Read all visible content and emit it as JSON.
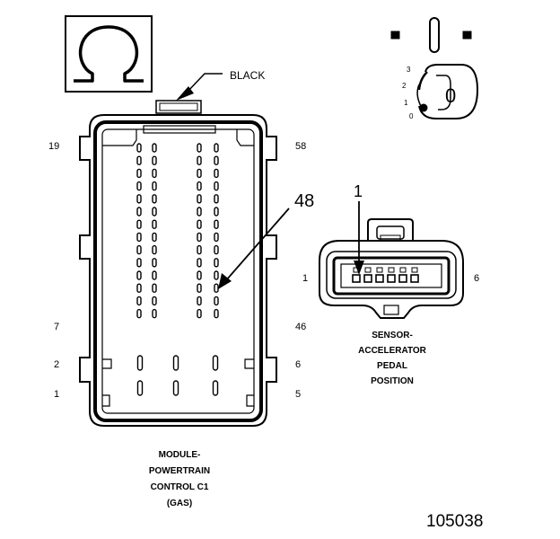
{
  "symbol": {
    "name": "omega-symbol",
    "glyph": "Ω"
  },
  "pcm_connector": {
    "color_label": "BLACK",
    "pin_labels": {
      "top_left": "19",
      "top_right": "58",
      "mid_left": "7",
      "mid_right": "46",
      "lower_left": "2",
      "lower_right": "6",
      "bottom_left": "1",
      "bottom_right": "5"
    },
    "callout": "48",
    "caption": [
      "MODULE-",
      "POWERTRAIN",
      "CONTROL C1",
      "(GAS)"
    ]
  },
  "app_connector": {
    "callout": "1",
    "pin_left": "1",
    "pin_right": "6",
    "caption": [
      "SENSOR-",
      "ACCELERATOR",
      "PEDAL",
      "POSITION"
    ]
  },
  "ignition": {
    "positions": [
      "3",
      "2",
      "1",
      "0"
    ],
    "key_label": "0"
  },
  "figure_id": "105038"
}
